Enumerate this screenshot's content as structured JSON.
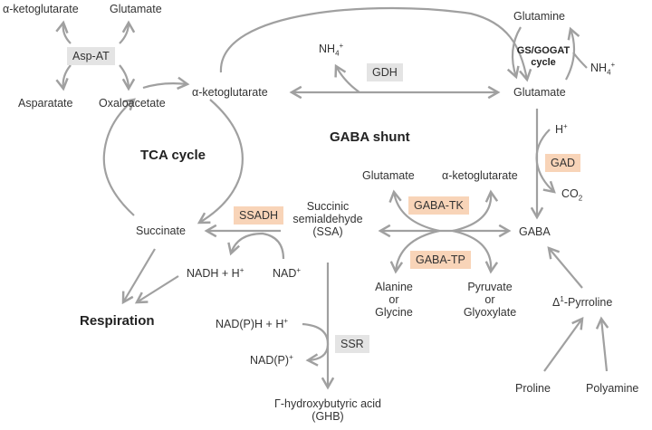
{
  "colors": {
    "arrow": "#a0a0a0",
    "enzyme_gray_bg": "#e4e4e4",
    "enzyme_orange_bg": "#f8d4b8",
    "text": "#333333"
  },
  "titles": {
    "tca_cycle": "TCA cycle",
    "gaba_shunt": "GABA shunt",
    "respiration": "Respiration",
    "gs_gogat_line1": "GS/GOGAT",
    "gs_gogat_line2": "cycle"
  },
  "enzymes": {
    "asp_at": "Asp-AT",
    "gdh": "GDH",
    "gad": "GAD",
    "ssadh": "SSADH",
    "gaba_tk": "GABA-TK",
    "gaba_tp": "GABA-TP",
    "ssr": "SSR"
  },
  "metabolites": {
    "akg_topleft": "α-ketoglutarate",
    "glutamate_topleft": "Glutamate",
    "asparatate": "Asparatate",
    "oxaloacetate": "Oxaloacetate",
    "akg_main": "α-ketoglutarate",
    "nh4_gdh": "NH",
    "nh4_gdh_sub": "4",
    "nh4_gdh_sup": "+",
    "glutamine": "Glutamine",
    "glutamate_main": "Glutamate",
    "nh4_gs": "NH",
    "nh4_gs_sub": "4",
    "nh4_gs_sup": "+",
    "h_plus": "H",
    "h_plus_sup": "+",
    "co2": "CO",
    "co2_sub": "2",
    "gaba": "GABA",
    "glutamate_tk": "Glutamate",
    "akg_tk": "α-ketoglutarate",
    "ssa_line1": "Succinic",
    "ssa_line2": "semialdehyde",
    "ssa_line3": "(SSA)",
    "succinate": "Succinate",
    "nadh": "NADH + H",
    "nadh_sup": "+",
    "nad": "NAD",
    "nad_sup": "+",
    "alanine_line1": "Alanine",
    "alanine_line2": "or",
    "alanine_line3": "Glycine",
    "pyruvate_line1": "Pyruvate",
    "pyruvate_line2": "or",
    "pyruvate_line3": "Glyoxylate",
    "pyrroline_prefix": "Δ",
    "pyrroline_sup": "1",
    "pyrroline_rest": "-Pyrroline",
    "proline": "Proline",
    "polyamine": "Polyamine",
    "nadph": "NAD(P)H + H",
    "nadph_sup": "+",
    "nadp": "NAD(P)",
    "nadp_sup": "+",
    "ghb_line1": "Γ-hydroxybutyric acid",
    "ghb_line2": "(GHB)"
  }
}
